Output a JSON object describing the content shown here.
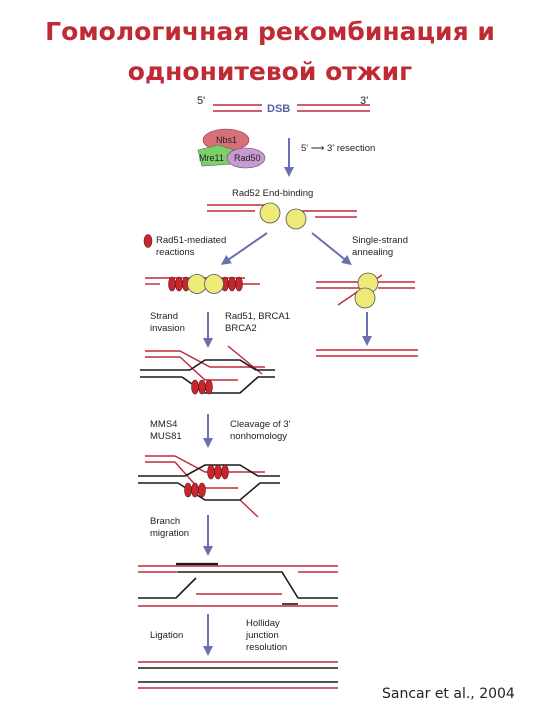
{
  "title": {
    "line1": "Гомологичная рекомбинация и",
    "line2": "однонитевой отжиг"
  },
  "citation": "Sancar et al., 2004",
  "labels": {
    "five_prime": "5'",
    "three_prime": "3'",
    "dsb": "DSB",
    "nbs1": "Nbs1",
    "mre11": "Mre11",
    "rad50": "Rad50",
    "resection": "5' ⟶ 3' resection",
    "rad52": "Rad52 End-binding",
    "rad51_reactions_1": "Rad51-mediated",
    "rad51_reactions_2": "reactions",
    "ssa_1": "Single-strand",
    "ssa_2": "annealing",
    "strand_invasion_1": "Strand",
    "strand_invasion_2": "invasion",
    "rad51_brca1": "Rad51, BRCA1",
    "brca2": "BRCA2",
    "mms4": "MMS4",
    "mus81": "MUS81",
    "cleavage_1": "Cleavage of 3'",
    "cleavage_2": "nonhomology",
    "branch_1": "Branch",
    "branch_2": "migration",
    "ligation": "Ligation",
    "holliday_1": "Holliday",
    "holliday_2": "junction",
    "holliday_3": "resolution"
  },
  "colors": {
    "title": "#c02a35",
    "strand_red": "#c0283a",
    "strand_black": "#1a1a1a",
    "arrow": "#6a6fb0",
    "dsb_label": "#5a5fa8",
    "rad52_protein": "#eeea7a",
    "rad51_protein": "#c8252e",
    "nbs1_protein": "#d8707a",
    "mre11_protein": "#7ccf6a",
    "rad50_protein": "#c79bcf"
  }
}
